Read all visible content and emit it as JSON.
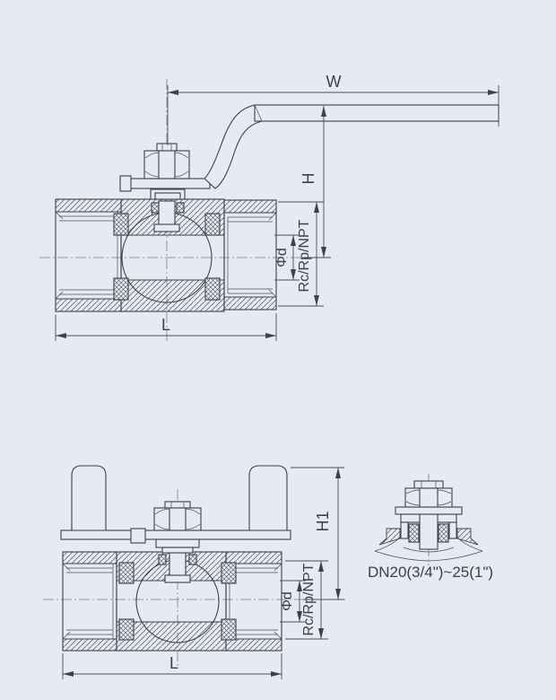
{
  "page": {
    "background_color": "#e6eaf2",
    "line_color": "#3d4149"
  },
  "top_drawing": {
    "labels": {
      "handle_width": "W",
      "height": "H",
      "bore_diameter": "Φd",
      "thread_spec": "Rc/Rp/NPT",
      "length": "L"
    }
  },
  "bottom_drawing": {
    "labels": {
      "height": "H1",
      "bore_diameter": "Φd",
      "thread_spec": "Rc/Rp/NPT",
      "length": "L"
    }
  },
  "detail_drawing": {
    "caption": "DN20(3/4\")~25(1\")"
  }
}
